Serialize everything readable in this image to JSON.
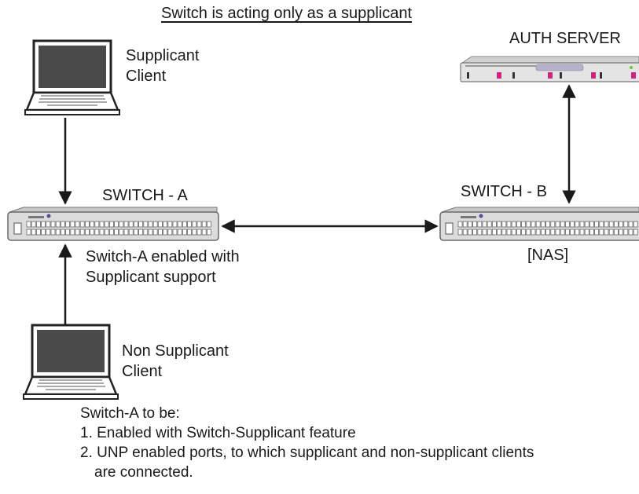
{
  "title": "Switch is acting only as a supplicant",
  "nodes": {
    "supplicant_client": {
      "line1": "Supplicant",
      "line2": "Client"
    },
    "non_supplicant_client": {
      "line1": "Non Supplicant",
      "line2": "Client"
    },
    "switch_a": {
      "label": "SWITCH - A",
      "caption_line1": "Switch-A enabled with",
      "caption_line2": "Supplicant support"
    },
    "switch_b": {
      "label": "SWITCH - B",
      "caption": "[NAS]"
    },
    "auth_server": {
      "label": "AUTH SERVER"
    }
  },
  "notes": {
    "heading": "Switch-A to be:",
    "items": [
      "1. Enabled with Switch-Supplicant feature",
      "2.  UNP enabled ports, to which supplicant and non-supplicant clients",
      "are connected."
    ]
  },
  "colors": {
    "line": "#1a1a1a",
    "switch_body": "#dcdcdc",
    "switch_accent": "#5a4a9a",
    "server_accent": "#d4237a"
  }
}
